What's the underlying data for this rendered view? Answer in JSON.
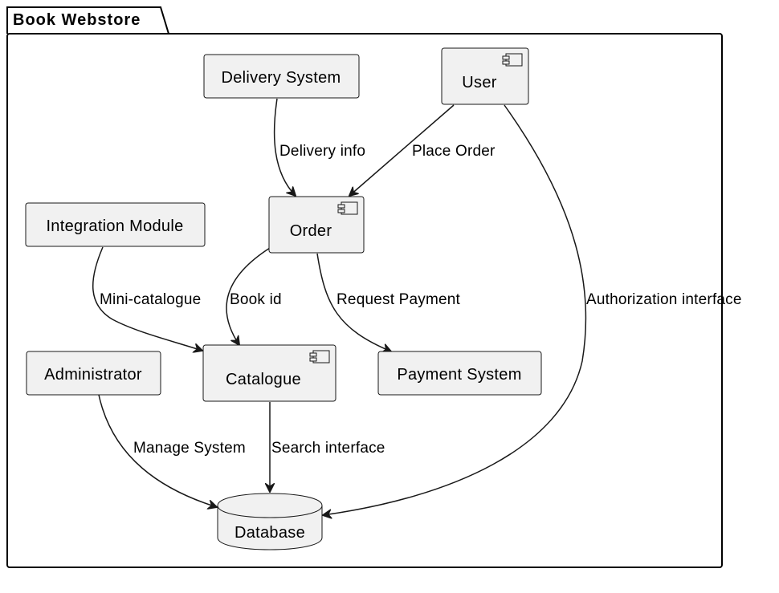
{
  "package": {
    "title": "Book Webstore"
  },
  "nodes": {
    "delivery_system": "Delivery System",
    "user": "User",
    "order": "Order",
    "integration_module": "Integration Module",
    "catalogue": "Catalogue",
    "payment_system": "Payment System",
    "administrator": "Administrator",
    "database": "Database"
  },
  "edges": {
    "delivery_info": "Delivery info",
    "place_order": "Place Order",
    "mini_catalogue": "Mini-catalogue",
    "book_id": "Book id",
    "request_payment": "Request Payment",
    "authorization_interface": "Authorization interface",
    "manage_system": "Manage System",
    "search_interface": "Search interface"
  }
}
